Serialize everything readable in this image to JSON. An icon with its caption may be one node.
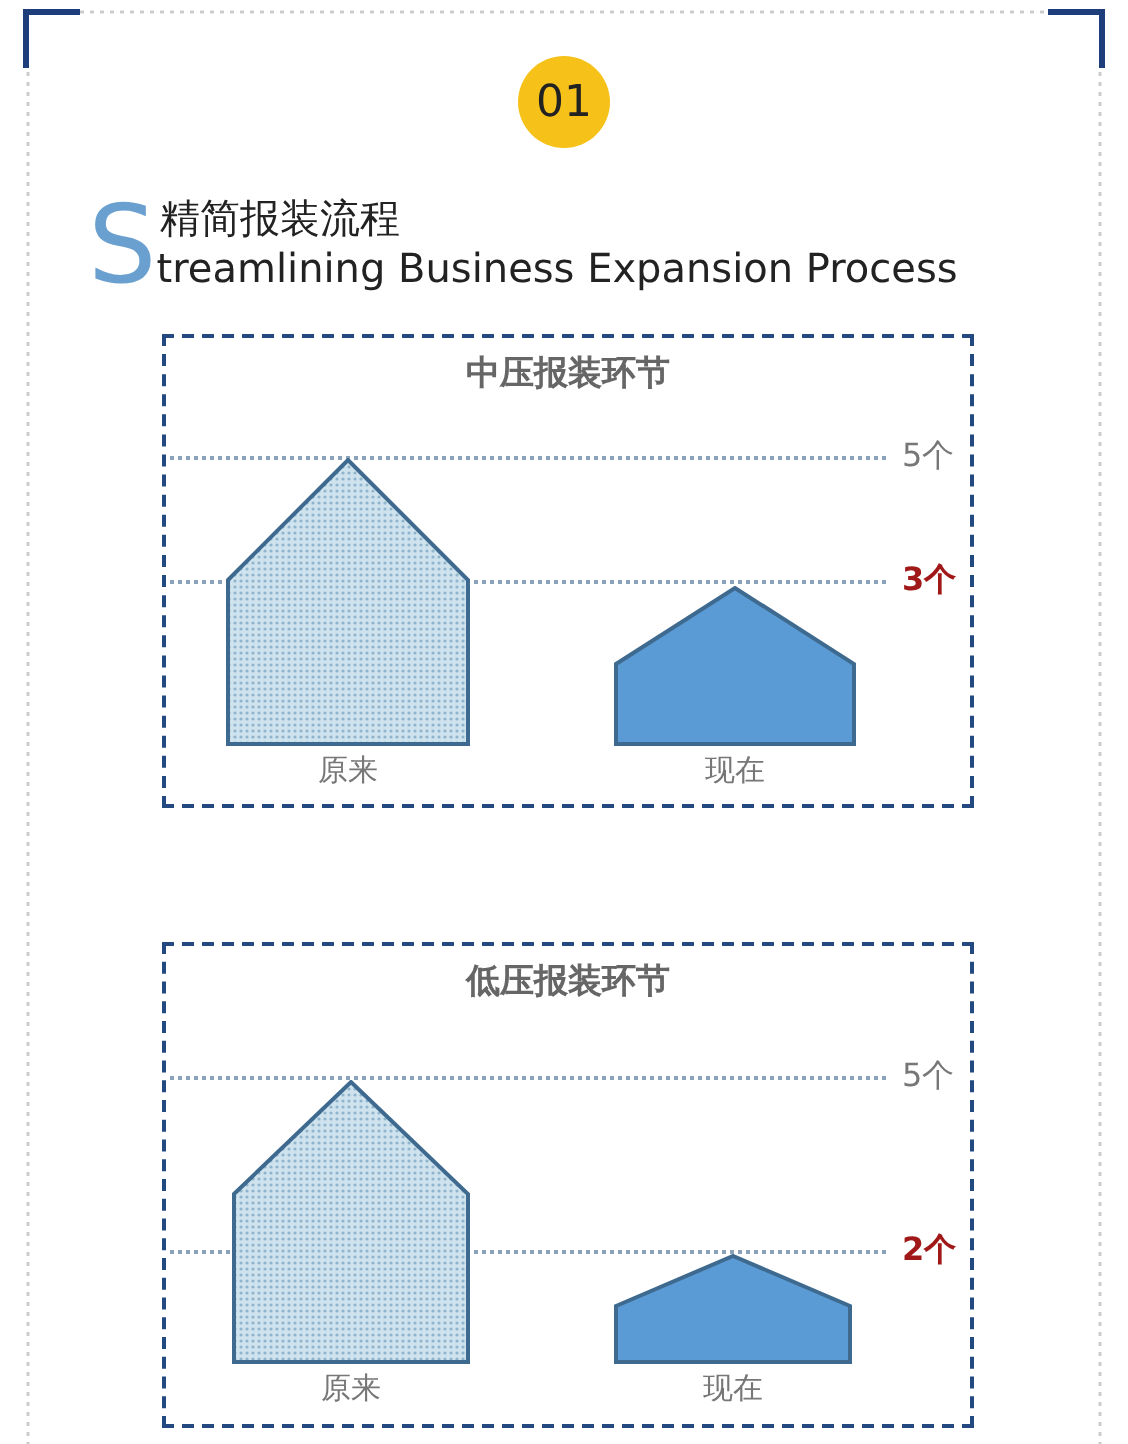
{
  "diagram": {
    "nodes": [
      {
        "text": [
          "01"
        ]
      },
      {
        "text": [
          "中压报装环节"
        ]
      },
      {
        "text": [],
        "shape": "pentagon",
        "in": 1,
        "beside": [
          "原来"
        ]
      },
      {
        "text": [],
        "shape": "pentagon",
        "in": 1,
        "beside": [
          "现在"
        ]
      },
      {
        "text": [
          "低压报装环节"
        ]
      },
      {
        "text": [],
        "shape": "pentagon",
        "in": 4,
        "beside": [
          "原来"
        ]
      },
      {
        "text": [],
        "shape": "pentagon",
        "in": 4,
        "beside": [
          "现在"
        ]
      }
    ],
    "edges": [],
    "labels": [
      "精简报装流程",
      "Streamlining Business Expansion Process",
      "5个",
      "3个",
      "5个",
      "2个"
    ]
  }
}
